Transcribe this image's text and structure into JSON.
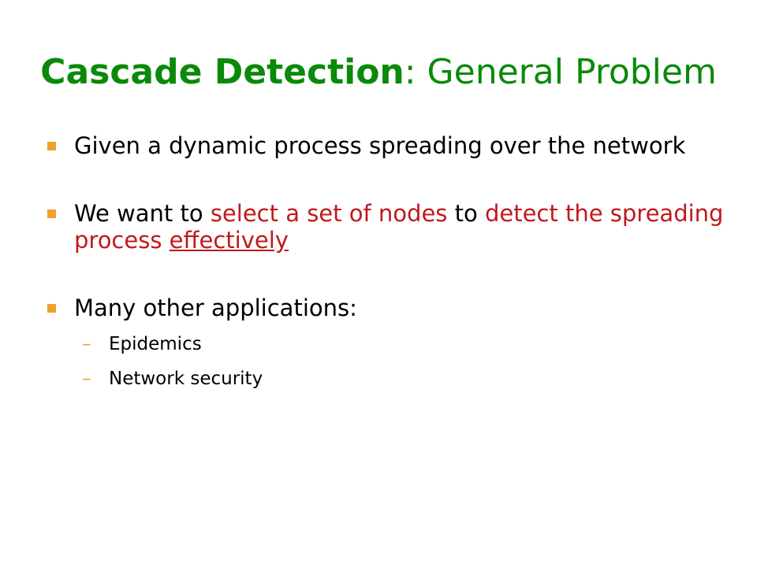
{
  "title": {
    "bold": "Cascade Detection",
    "rest": ": General Problem"
  },
  "bullets": [
    {
      "segments": [
        {
          "text": "Given a dynamic process spreading over the network",
          "style": "plain"
        }
      ]
    },
    {
      "segments": [
        {
          "text": "We want to ",
          "style": "plain"
        },
        {
          "text": "select a set of nodes",
          "style": "red"
        },
        {
          "text": " to ",
          "style": "plain"
        },
        {
          "text": "detect the spreading process ",
          "style": "red"
        },
        {
          "text": "effectively",
          "style": "red-underline"
        }
      ]
    },
    {
      "segments": [
        {
          "text": "Many other applications:",
          "style": "plain"
        }
      ],
      "subitems": [
        "Epidemics",
        "Network security"
      ]
    }
  ],
  "colors": {
    "title": "#0a8a0a",
    "highlight": "#c0191c",
    "bullet_marker": "#f0a030"
  }
}
